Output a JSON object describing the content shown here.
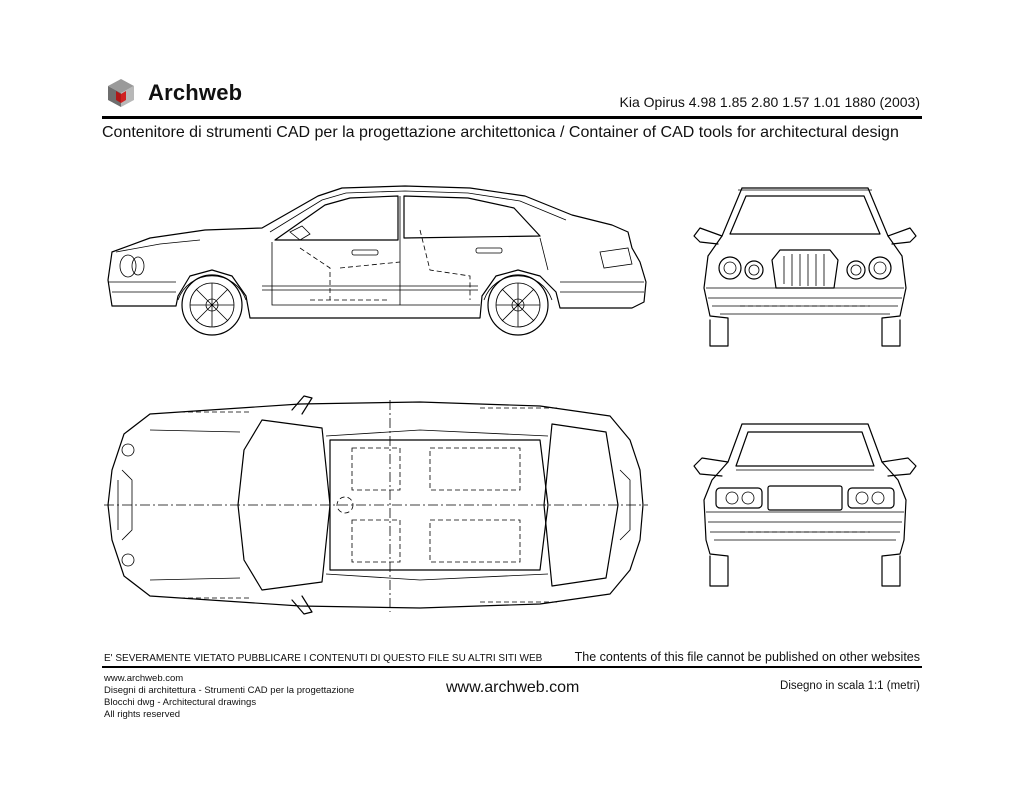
{
  "header": {
    "brand": "Archweb",
    "model_line": "Kia Opirus 4.98 1.85 2.80 1.57 1.01 1880 (2003)",
    "subtitle": "Contenitore di strumenti CAD per la progettazione architettonica  /  Container of CAD tools for architectural design"
  },
  "views": [
    "side-view",
    "front-view",
    "top-view",
    "rear-view"
  ],
  "footer": {
    "warning_it": "E' SEVERAMENTE VIETATO PUBBLICARE I CONTENUTI DI QUESTO FILE SU ALTRI SITI WEB",
    "warning_en": "The contents of this file cannot be published on other websites",
    "left_lines": [
      "www.archweb.com",
      "Disegni di architettura - Strumenti CAD  per la progettazione",
      "Blocchi dwg - Architectural drawings",
      "All rights reserved"
    ],
    "site": "www.archweb.com",
    "scale": "Disegno in scala 1:1 (metri)"
  }
}
